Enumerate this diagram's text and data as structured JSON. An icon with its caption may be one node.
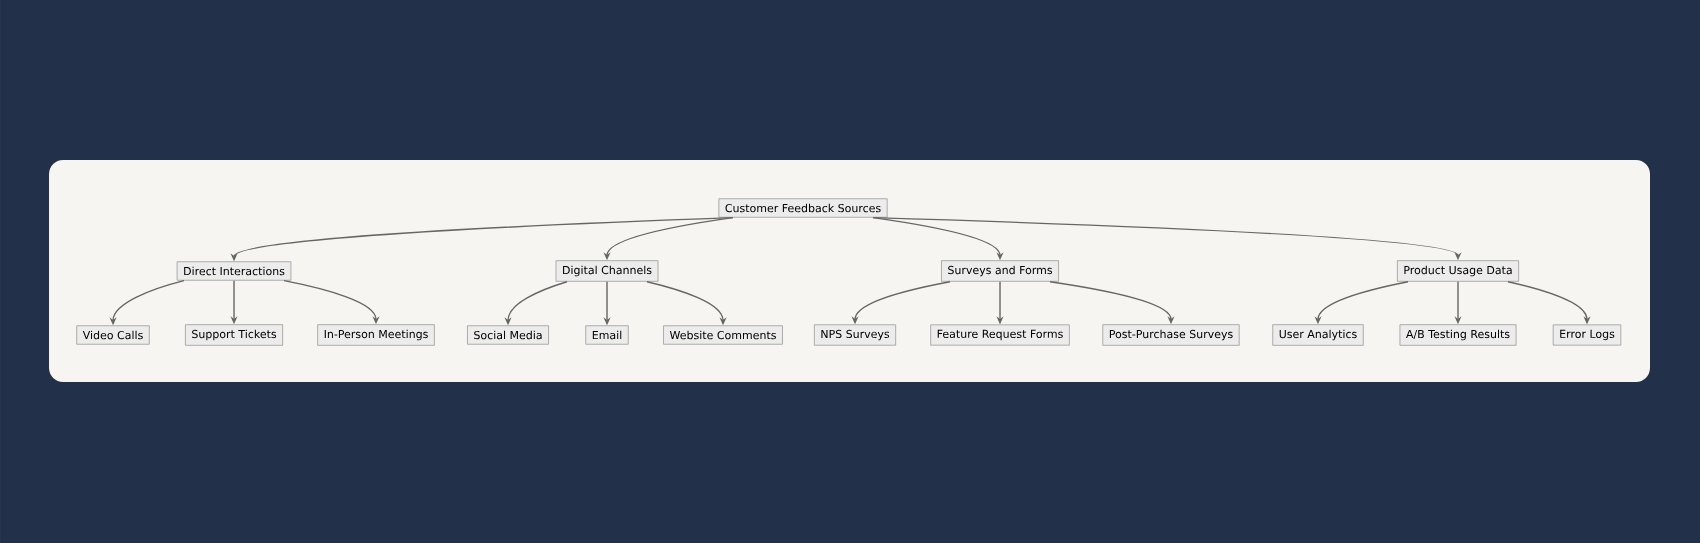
{
  "diagram": {
    "nodes": [
      {
        "text": [
          "Customer Feedback Sources"
        ]
      },
      {
        "text": [
          "Direct Interactions"
        ]
      },
      {
        "text": [
          "Digital Channels"
        ]
      },
      {
        "text": [
          "Surveys and Forms"
        ]
      },
      {
        "text": [
          "Product Usage Data"
        ]
      },
      {
        "text": [
          "Video Calls"
        ]
      },
      {
        "text": [
          "Support Tickets"
        ]
      },
      {
        "text": [
          "In-Person Meetings"
        ]
      },
      {
        "text": [
          "Social Media"
        ]
      },
      {
        "text": [
          "Email"
        ]
      },
      {
        "text": [
          "Website Comments"
        ]
      },
      {
        "text": [
          "NPS Surveys"
        ]
      },
      {
        "text": [
          "Feature Request Forms"
        ]
      },
      {
        "text": [
          "Post-Purchase Surveys"
        ]
      },
      {
        "text": [
          "User Analytics"
        ]
      },
      {
        "text": [
          "A/B Testing Results"
        ]
      },
      {
        "text": [
          "Error Logs"
        ]
      }
    ],
    "edges": [
      {
        "from": 0,
        "to": 1,
        "arrow": "to"
      },
      {
        "from": 0,
        "to": 2,
        "arrow": "to"
      },
      {
        "from": 0,
        "to": 3,
        "arrow": "to"
      },
      {
        "from": 0,
        "to": 4,
        "arrow": "to"
      },
      {
        "from": 1,
        "to": 5,
        "arrow": "to"
      },
      {
        "from": 1,
        "to": 6,
        "arrow": "to"
      },
      {
        "from": 1,
        "to": 7,
        "arrow": "to"
      },
      {
        "from": 2,
        "to": 8,
        "arrow": "to"
      },
      {
        "from": 2,
        "to": 9,
        "arrow": "to"
      },
      {
        "from": 2,
        "to": 10,
        "arrow": "to"
      },
      {
        "from": 3,
        "to": 11,
        "arrow": "to"
      },
      {
        "from": 3,
        "to": 12,
        "arrow": "to"
      },
      {
        "from": 3,
        "to": 13,
        "arrow": "to"
      },
      {
        "from": 4,
        "to": 14,
        "arrow": "to"
      },
      {
        "from": 4,
        "to": 15,
        "arrow": "to"
      },
      {
        "from": 4,
        "to": 16,
        "arrow": "to"
      }
    ]
  }
}
